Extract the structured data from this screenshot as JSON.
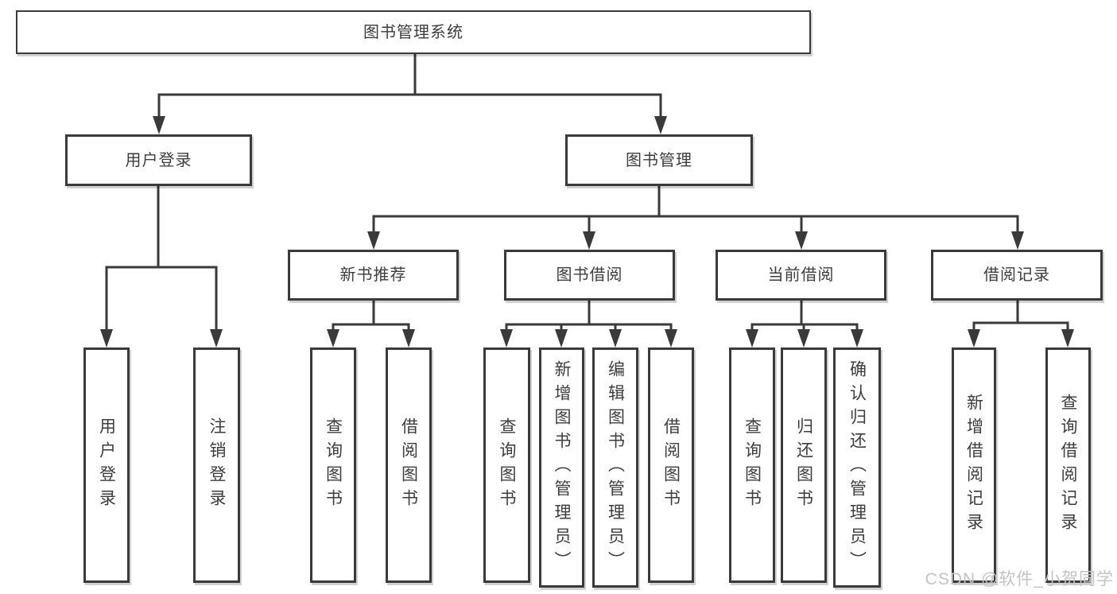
{
  "tree": {
    "label": "图书管理系统",
    "children": [
      {
        "label": "用户登录",
        "children": [
          {
            "label": "用户登录"
          },
          {
            "label": "注销登录"
          }
        ]
      },
      {
        "label": "图书管理",
        "children": [
          {
            "label": "新书推荐",
            "children": [
              {
                "label": "查询图书"
              },
              {
                "label": "借阅图书"
              }
            ]
          },
          {
            "label": "图书借阅",
            "children": [
              {
                "label": "查询图书"
              },
              {
                "label": "新增图书（管理员）"
              },
              {
                "label": "编辑图书（管理员）"
              },
              {
                "label": "借阅图书"
              }
            ]
          },
          {
            "label": "当前借阅",
            "children": [
              {
                "label": "查询图书"
              },
              {
                "label": "归还图书"
              },
              {
                "label": "确认归还（管理员）"
              }
            ]
          },
          {
            "label": "借阅记录",
            "children": [
              {
                "label": "新增借阅记录"
              },
              {
                "label": "查询借阅记录"
              }
            ]
          }
        ]
      }
    ]
  },
  "watermark": {
    "text": "CSDN @软件_小贺同学"
  },
  "colors": {
    "line": "#3a3a3a",
    "text": "#3d3d3d",
    "box_background": "#ffffff",
    "watermark": "#c4c4c4"
  }
}
